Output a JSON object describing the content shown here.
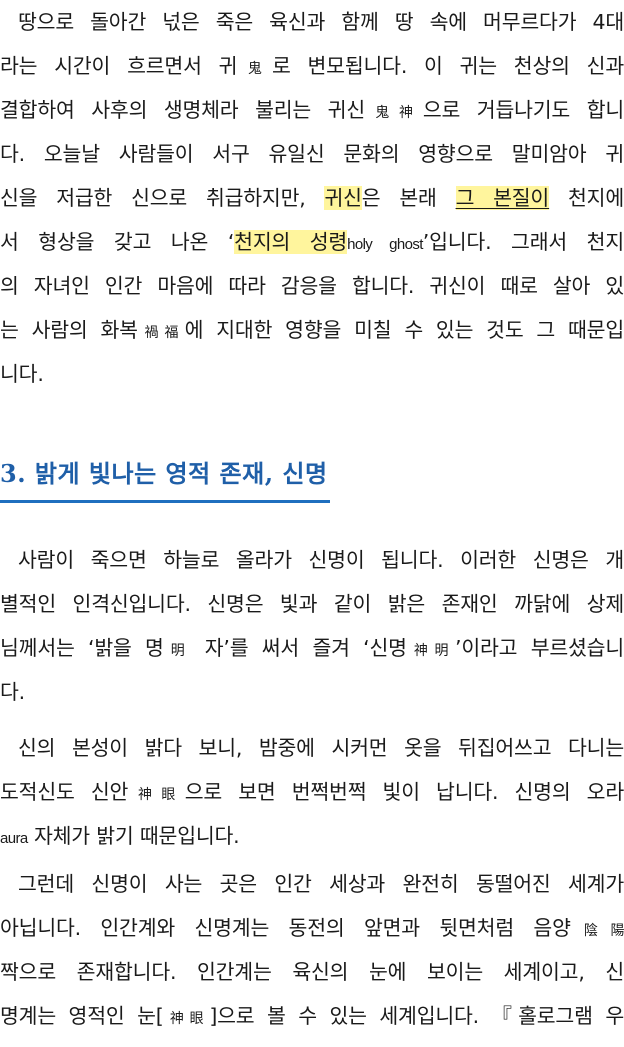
{
  "document": {
    "paragraph_1": {
      "lines": [
        [
          "땅으로 돌아간 넋은 죽은 육신과 함께 땅 속에 머무르다가 4대"
        ],
        [
          "라는 시간이 흐르면서 귀",
          "鬼",
          "로 변모됩니다. 이 귀는 천상의 신과"
        ],
        [
          "결합하여 사후의 생명체라 불리는 귀신",
          "鬼神",
          "으로 거듭나기도 합니"
        ],
        [
          "다. 오늘날 사람들이 서구 유일신 문화의 영향으로 말미암아 귀"
        ],
        [
          "신을 저급한 신으로 취급하지만, ",
          "귀신",
          "은 본래 ",
          "그 본질이",
          " 천지에"
        ],
        [
          "서 형상을 갖고 나온 ‘",
          "천지의 성령",
          "holy ghost",
          "’입니다. 그래서 천지"
        ],
        [
          "의 자녀인 인간 마음에 따라 감응을 합니다. 귀신이 때로 살아 있"
        ],
        [
          "는 사람의 화복",
          "禍福",
          "에 지대한 영향을 미칠 수 있는 것도 그 때문입"
        ],
        [
          "니다."
        ]
      ]
    },
    "section_heading": "3. 밝게 빛나는 영적 존재, 신명",
    "paragraph_2": {
      "lines": [
        [
          "사람이 죽으면 하늘로 올라가 신명이 됩니다. 이러한 신명은 개"
        ],
        [
          "별적인 인격신입니다. 신명은 빛과 같이 밝은 존재인 까닭에 상제"
        ],
        [
          "님께서는 ‘밝을 명",
          "明",
          " 자’를 써서 즐겨 ‘신명",
          "神明",
          "’이라고 부르셨습니"
        ],
        [
          "다."
        ]
      ]
    },
    "paragraph_3": {
      "lines": [
        [
          "신의 본성이 밝다 보니, 밤중에 시커먼 옷을 뒤집어쓰고 다니는"
        ],
        [
          "도적신도 신안",
          "神眼",
          "으로 보면 번쩍번쩍 빛이 납니다. 신명의 오라"
        ],
        [
          "aura",
          " 자체가 밝기 때문입니다."
        ]
      ]
    },
    "paragraph_4": {
      "lines": [
        [
          "그런데 신명이 사는 곳은 인간 세상과 완전히 동떨어진 세계가"
        ],
        [
          "아닙니다. 인간계와 신명계는 동전의 앞면과 뒷면처럼 음양",
          "陰陽"
        ],
        [
          "짝으로 존재합니다. 인간계는 육신의 눈에 보이는 세계이고, 신"
        ],
        [
          "명계는 영적인 눈[",
          "神眼",
          "]으로 볼 수 있는 세계입니다. 『홀로그램 우"
        ]
      ]
    },
    "colors": {
      "text": "#1a1a1a",
      "heading": "#1f5fa8",
      "heading_underline": "#1f6fbf",
      "highlight": "#fff59d"
    }
  }
}
